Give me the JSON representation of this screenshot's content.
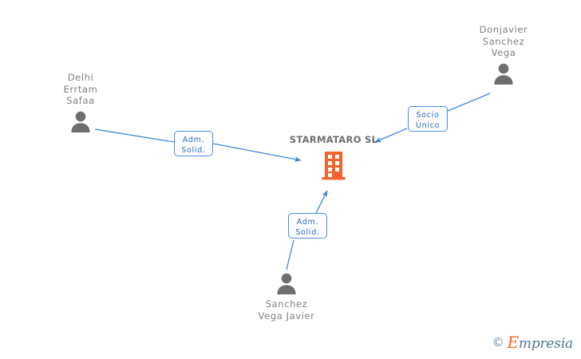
{
  "diagram": {
    "type": "corporate-relationship-graph",
    "background_color": "#ffffff",
    "edge_color": "#3f87d8",
    "company_icon_color": "#f4622d",
    "person_icon_color": "#6e6e6e",
    "label_text_color": "#2b6cb8",
    "label_border_color": "#4a8fe0",
    "name_text_color": "#808080"
  },
  "company": {
    "name": "STARMATARO SL",
    "icon": "building-icon"
  },
  "people": [
    {
      "id": "delhi-errtam-safaa",
      "name": "Delhi\nErrtam\nSafaa",
      "icon": "person-icon",
      "position": "left"
    },
    {
      "id": "donjavier-sanchez-vega",
      "name": "Donjavier\nSanchez\nVega",
      "icon": "person-icon",
      "position": "top-right"
    },
    {
      "id": "sanchez-vega-javier",
      "name": "Sanchez\nVega Javier",
      "icon": "person-icon",
      "position": "bottom"
    }
  ],
  "relationships": [
    {
      "id": "rel-delhi-adm-solid",
      "label": "Adm.\nSolid.",
      "from": "delhi-errtam-safaa",
      "to": "STARMATARO SL"
    },
    {
      "id": "rel-donjavier-socio-unico",
      "label": "Socio\nÚnico",
      "from": "donjavier-sanchez-vega",
      "to": "STARMATARO SL"
    },
    {
      "id": "rel-javier-adm-solid",
      "label": "Adm.\nSolid.",
      "from": "sanchez-vega-javier",
      "to": "STARMATARO SL"
    }
  ],
  "watermark": {
    "copyright_symbol": "©",
    "brand_first_letter": "E",
    "brand_rest": "mpresia"
  }
}
